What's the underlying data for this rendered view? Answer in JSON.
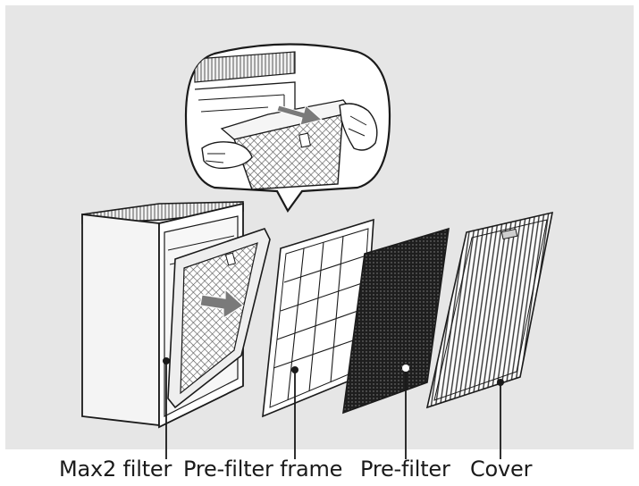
{
  "diagram": {
    "labels": {
      "max2_filter": "Max2 filter",
      "prefilter_frame": "Pre-filter frame",
      "prefilter": "Pre-filter",
      "cover": "Cover"
    },
    "colors": {
      "background": "#e6e6e6",
      "line": "#1a1a1a",
      "arrow": "#7a7a7a",
      "body": "#f2f2f2",
      "filter_dark": "#1e1e1e"
    }
  }
}
